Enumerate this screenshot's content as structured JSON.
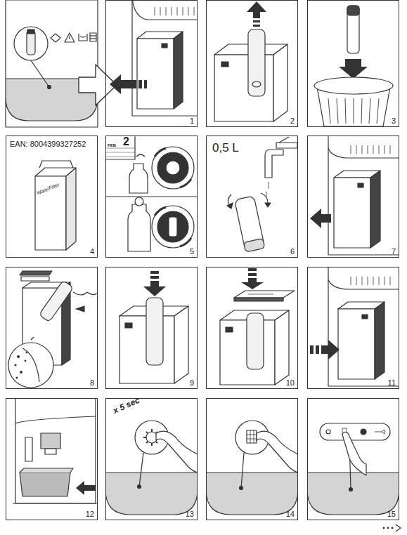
{
  "diagram": {
    "nodes": [
      {
        "text": [
          "1"
        ]
      },
      {
        "text": [
          "2"
        ]
      },
      {
        "text": [
          "3"
        ]
      },
      {
        "text": [
          "EAN: 8004399327252",
          "WaterFilter",
          "4"
        ]
      },
      {
        "text": [
          "FEB",
          "2",
          "5"
        ]
      },
      {
        "text": [
          "0,5 L",
          "6"
        ]
      },
      {
        "text": [
          "7"
        ]
      },
      {
        "text": [
          "8"
        ]
      },
      {
        "text": [
          "9"
        ]
      },
      {
        "text": [
          "10"
        ]
      },
      {
        "text": [
          "11"
        ]
      },
      {
        "text": [
          "12"
        ]
      },
      {
        "text": [
          "x 5 sec",
          "13"
        ]
      },
      {
        "text": [
          "14"
        ]
      },
      {
        "text": [
          "15"
        ]
      }
    ]
  }
}
